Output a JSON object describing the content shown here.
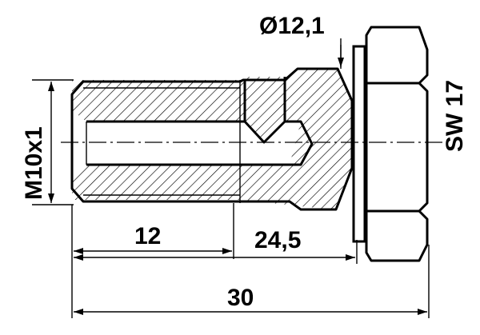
{
  "drawing": {
    "labels": {
      "diameter": "Ø12,1",
      "thread": "M10x1",
      "wrench_size": "SW 17",
      "length_12": "12",
      "length_24_5": "24,5",
      "length_30": "30"
    },
    "colors": {
      "line": "#000000",
      "background": "#ffffff"
    }
  }
}
